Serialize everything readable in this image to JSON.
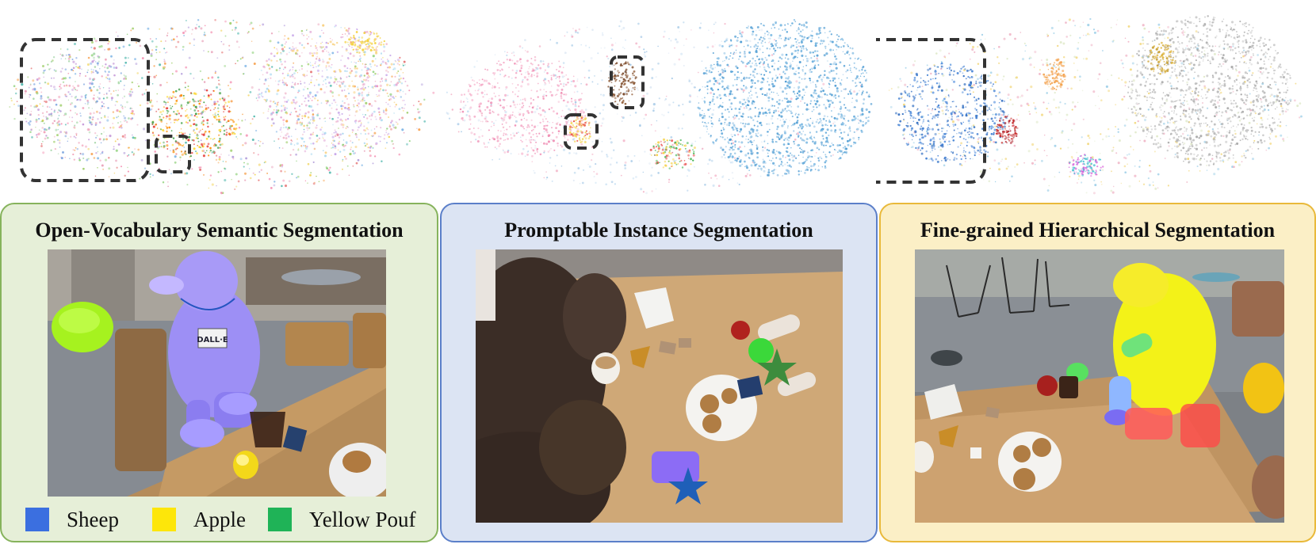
{
  "panels": {
    "semantic": {
      "title": "Open-Vocabulary Semantic Segmentation"
    },
    "instance": {
      "title": "Promptable Instance Segmentation"
    },
    "hierarchical": {
      "title": "Fine-grained Hierarchical Segmentation"
    }
  },
  "legend": [
    {
      "label": "Sheep",
      "color": "#3b6fe0"
    },
    {
      "label": "Apple",
      "color": "#fde60a"
    },
    {
      "label": "Yellow Pouf",
      "color": "#1fb357"
    }
  ],
  "photo_labels": {
    "name_tag": "DALL·E"
  },
  "colors": {
    "semantic_border": "#86b35c",
    "semantic_bg": "#e6efd8",
    "instance_border": "#5b7fc9",
    "instance_bg": "#dce4f3",
    "hierarchical_border": "#e9b93a",
    "hierarchical_bg": "#fbefc6"
  }
}
